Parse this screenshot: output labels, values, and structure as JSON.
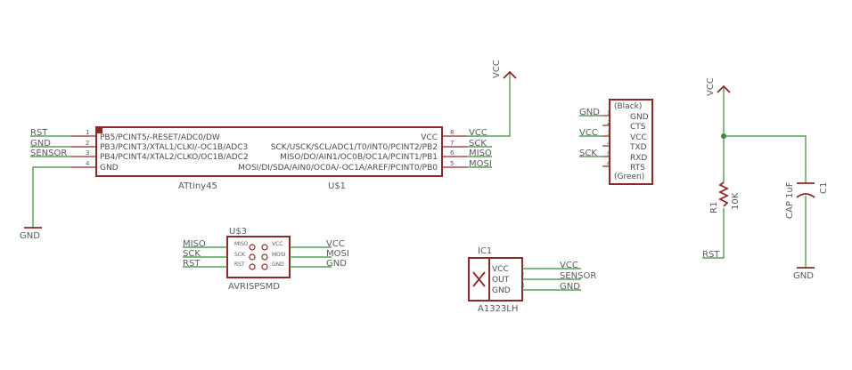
{
  "attiny": {
    "name": "ATtiny45",
    "ref": "U$1",
    "left_pins": [
      {
        "num": "1",
        "label": "PB5/PCINT5/-RESET/ADC0/DW",
        "net": "RST"
      },
      {
        "num": "2",
        "label": "PB3/PCINT3/XTAL1/CLKI/-OC1B/ADC3",
        "net": "GND"
      },
      {
        "num": "3",
        "label": "PB4/PCINT4/XTAL2/CLKO/OC1B/ADC2",
        "net": "SENSOR"
      },
      {
        "num": "4",
        "label": "GND",
        "net": ""
      }
    ],
    "right_pins": [
      {
        "num": "8",
        "label": "VCC",
        "net": "VCC"
      },
      {
        "num": "7",
        "label": "SCK/USCK/SCL/ADC1/T0/INT0/PCINT2/PB2",
        "net": "SCK"
      },
      {
        "num": "6",
        "label": "MISO/DO/AIN1/OC0B/OC1A/PCINT1/PB1",
        "net": "MISO"
      },
      {
        "num": "5",
        "label": "MOSI/DI/SDA/AIN0/OC0A/-OC1A/AREF/PCINT0/PB0",
        "net": "MOSI"
      }
    ]
  },
  "supplies": {
    "vcc": "VCC",
    "gnd": "GND"
  },
  "ftdi": {
    "top_label": "(Black)",
    "bottom_label": "(Green)",
    "pins": [
      {
        "num": "1",
        "label": "GND",
        "net": "GND"
      },
      {
        "num": "2",
        "label": "CTS",
        "net": ""
      },
      {
        "num": "3",
        "label": "VCC",
        "net": "VCC"
      },
      {
        "num": "4",
        "label": "TXD",
        "net": ""
      },
      {
        "num": "5",
        "label": "RXD",
        "net": "SCK"
      },
      {
        "num": "6",
        "label": "RTS",
        "net": ""
      }
    ]
  },
  "avrisp": {
    "ref": "U$3",
    "name": "AVRISPSMD",
    "left_pins": [
      {
        "label": "MISO",
        "net": "MISO"
      },
      {
        "label": "SCK",
        "net": "SCK"
      },
      {
        "label": "RST",
        "net": "RST"
      }
    ],
    "right_pins": [
      {
        "label": "VCC",
        "net": "VCC"
      },
      {
        "label": "MOSI",
        "net": "MOSI"
      },
      {
        "label": "GND",
        "net": "GND"
      }
    ]
  },
  "hall": {
    "ref": "IC1",
    "name": "A1323LH",
    "pins": [
      {
        "num": "1",
        "label": "VCC",
        "net": "VCC"
      },
      {
        "num": "2",
        "label": "OUT",
        "net": "SENSOR"
      },
      {
        "num": "3",
        "label": "GND",
        "net": "GND"
      }
    ]
  },
  "resistor": {
    "ref": "R1",
    "value": "10K",
    "net": "RST"
  },
  "capacitor": {
    "ref": "C1",
    "value": "CAP 1uF"
  }
}
